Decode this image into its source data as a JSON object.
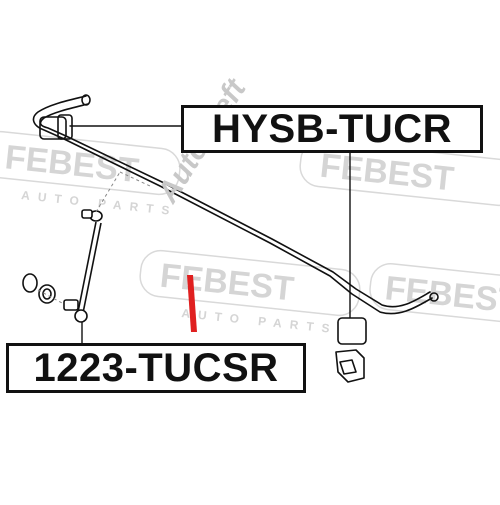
{
  "parts": {
    "stabilizer_bushing": {
      "part_number": "HYSB-TUCR"
    },
    "stabilizer_link": {
      "part_number": "1223-TUCSR"
    }
  },
  "watermarks": {
    "brand": "FEBEST",
    "sub": "AUTO PARTS",
    "seller": "Autokseft"
  },
  "colors": {
    "line": "#111111",
    "watermark": "#d7d7d7",
    "accent_red": "#e02020"
  }
}
